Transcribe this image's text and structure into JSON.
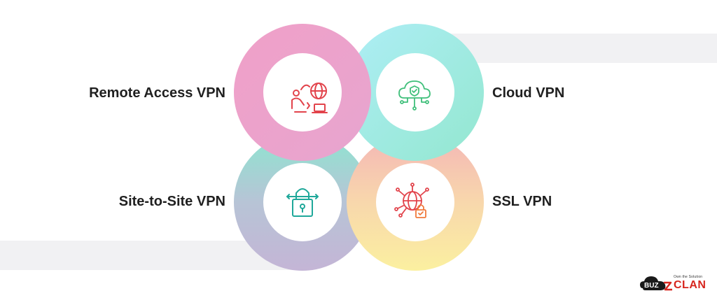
{
  "labels": {
    "remote": "Remote Access VPN",
    "cloud": "Cloud VPN",
    "site": "Site-to-Site VPN",
    "ssl": "SSL VPN"
  },
  "icons": {
    "remote": "remote-worker-globe-icon",
    "cloud": "cloud-shield-network-icon",
    "site": "padlock-arrows-icon",
    "ssl": "globe-padlock-network-icon"
  },
  "colors": {
    "pink": "#f3a3c8",
    "cyan": "#a6eef3",
    "mint": "#8fe6d0",
    "peach": "#f6c4a8",
    "yellow": "#fbeea0",
    "lavender": "#c7b6d6",
    "icon_red": "#e2434b",
    "icon_green": "#3fbf7a",
    "icon_teal": "#1fa89a",
    "icon_orange": "#f07a3c"
  },
  "logo": {
    "word1": "BUZ",
    "word2": "CLAN",
    "tagline": "Own the Solution"
  }
}
